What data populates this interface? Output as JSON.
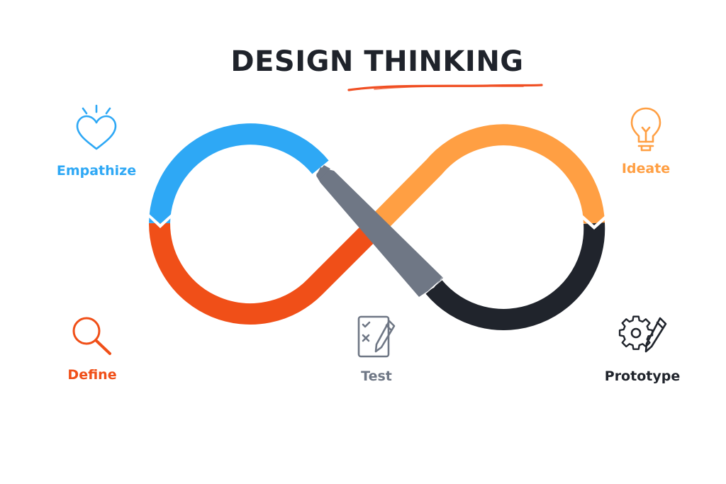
{
  "title": "DESIGN THINKING",
  "colors": {
    "title": "#1f232b",
    "underline": "#f04f23",
    "empathize": "#2ea8f5",
    "define": "#f04f18",
    "ideate": "#ff9f43",
    "prototype": "#20242c",
    "test": "#6f7785"
  },
  "stages": {
    "empathize": {
      "label": "Empathize",
      "icon": "heart-icon"
    },
    "define": {
      "label": "Define",
      "icon": "magnifier-icon"
    },
    "ideate": {
      "label": "Ideate",
      "icon": "lightbulb-icon"
    },
    "prototype": {
      "label": "Prototype",
      "icon": "gear-pencil-icon"
    },
    "test": {
      "label": "Test",
      "icon": "checklist-icon"
    }
  }
}
